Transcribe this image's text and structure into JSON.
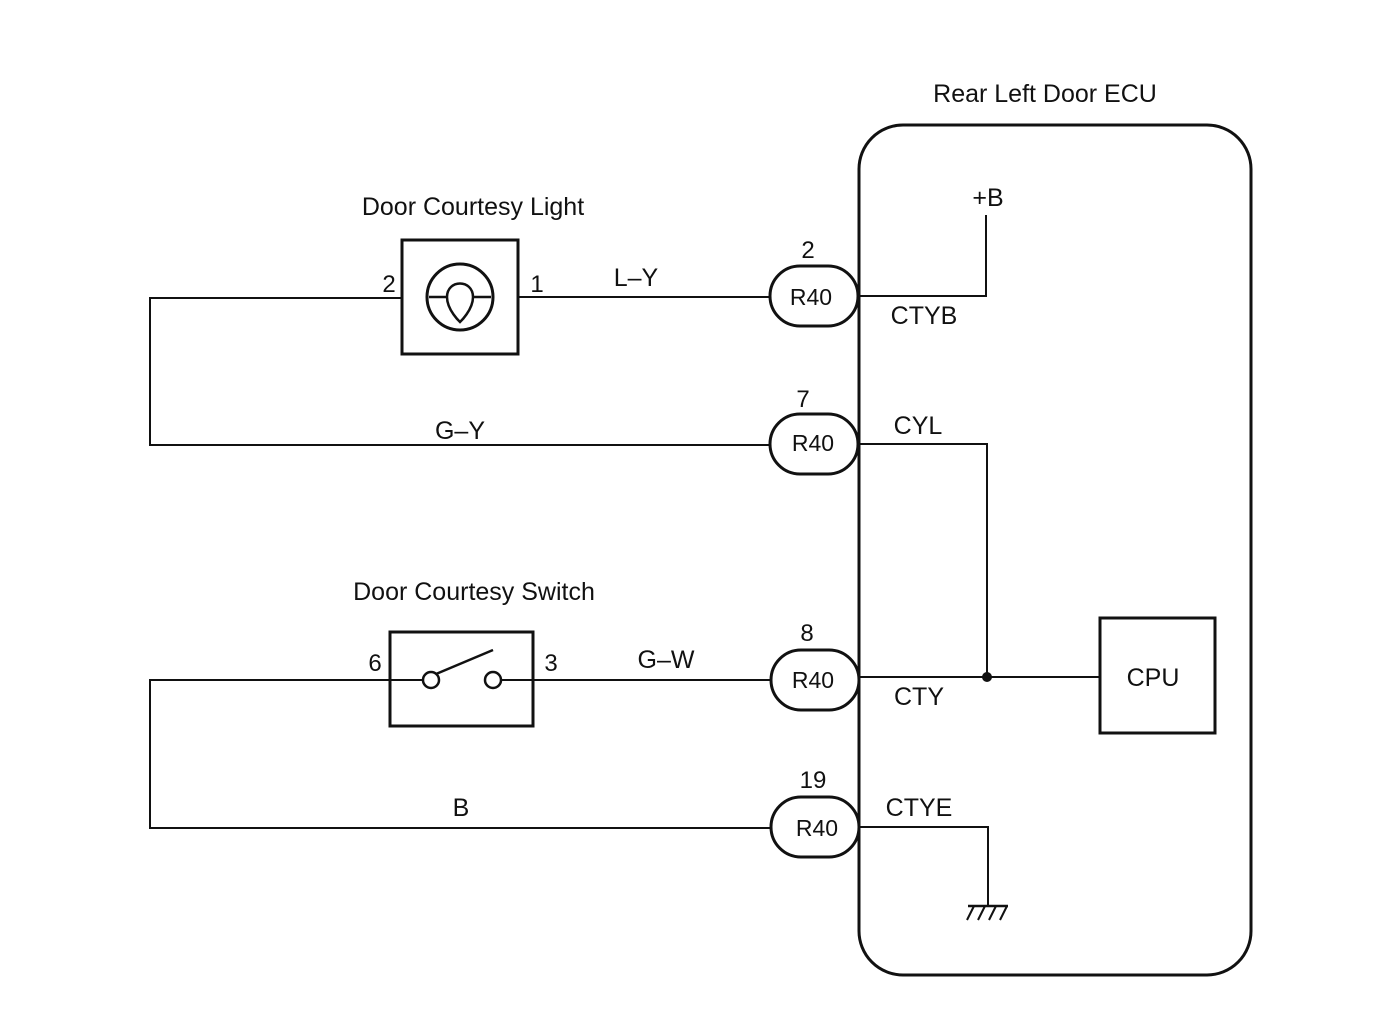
{
  "ecu": {
    "title": "Rear Left Door ECU",
    "supply_label": "+B",
    "cpu_label": "CPU"
  },
  "light": {
    "title": "Door Courtesy Light",
    "pin_left": "2",
    "pin_right": "1"
  },
  "switch": {
    "title": "Door Courtesy Switch",
    "pin_left": "6",
    "pin_right": "3"
  },
  "wires": {
    "light_to_ecu": "L–Y",
    "light_return": "G–Y",
    "switch_to_ecu": "G–W",
    "switch_ground": "B"
  },
  "connectors": [
    {
      "pin": "2",
      "label": "R40",
      "signal": "CTYB"
    },
    {
      "pin": "7",
      "label": "R40",
      "signal": "CYL"
    },
    {
      "pin": "8",
      "label": "R40",
      "signal": "CTY"
    },
    {
      "pin": "19",
      "label": "R40",
      "signal": "CTYE"
    }
  ]
}
